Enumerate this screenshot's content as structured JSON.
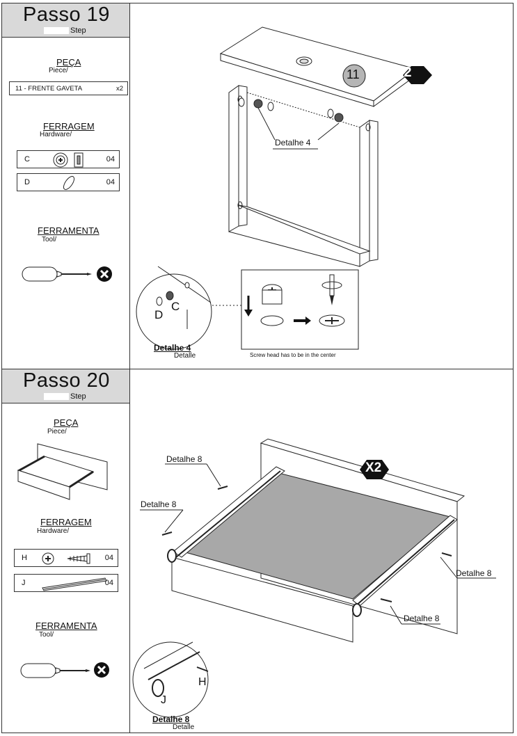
{
  "step19": {
    "title": "Passo 19",
    "subtitle": "Step",
    "piece_heading": "PEÇA",
    "piece_sub": "Piece/",
    "piece_item": "11 - FRENTE GAVETA",
    "piece_qty": "x2",
    "hardware_heading": "FERRAGEM",
    "hardware_sub": "Hardware/",
    "hardware": [
      {
        "code": "C",
        "qty": "04",
        "icon": "cam-lock-icon"
      },
      {
        "code": "D",
        "qty": "04",
        "icon": "dowel-icon"
      }
    ],
    "tool_heading": "FERRAMENTA",
    "tool_sub": "Tool/",
    "multiplier": "X2",
    "part_number": "11",
    "detail_label": "Detalhe 4",
    "detail_caption_title": "Detalhe 4",
    "detail_caption_sub": "Detalle",
    "zoom_labels": {
      "d": "D",
      "c": "C"
    },
    "instruction": "Screw head has to be in the center"
  },
  "step20": {
    "title": "Passo 20",
    "subtitle": "Step",
    "piece_heading": "PEÇA",
    "piece_sub": "Piece/",
    "hardware_heading": "FERRAGEM",
    "hardware_sub": "Hardware/",
    "hardware": [
      {
        "code": "H",
        "qty": "04",
        "icon": "screw-icon"
      },
      {
        "code": "J",
        "qty": "04",
        "icon": "drawer-slide-icon"
      }
    ],
    "tool_heading": "FERRAMENTA",
    "tool_sub": "Tool/",
    "multiplier": "X2",
    "detail_labels": [
      "Detalhe 8",
      "Detalhe 8",
      "Detalhe 8",
      "Detalhe 8"
    ],
    "detail_caption_title": "Detalhe 8",
    "detail_caption_sub": "Detalle",
    "zoom_labels": {
      "h": "H",
      "j": "J"
    }
  },
  "colors": {
    "header_gray": "#d9d9d9",
    "drawer_bottom": "#a8a8a8",
    "part_circle": "#b5b5b5"
  }
}
